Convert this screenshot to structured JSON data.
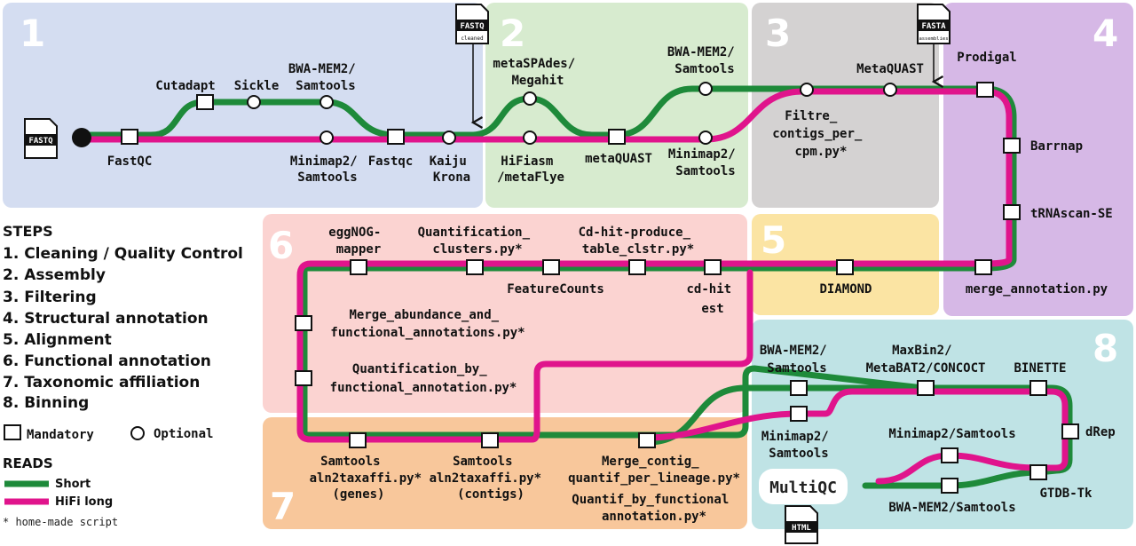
{
  "colors": {
    "short_read": "#1e8a3a",
    "hifi_long": "#e0148c",
    "box1": "#d4ddf1",
    "box2": "#d7ebcf",
    "box3": "#d4d2d2",
    "box4": "#d6b8e6",
    "box5": "#fbe4a3",
    "box6": "#fbd3d1",
    "box7": "#f8c79b",
    "box8": "#bfe3e5"
  },
  "steps": {
    "heading": "STEPS",
    "items": [
      "1. Cleaning / Quality Control",
      "2. Assembly",
      "3. Filtering",
      "4. Structural annotation",
      "5. Alignment",
      "6. Functional annotation",
      "7. Taxonomic affiliation",
      "8. Binning"
    ],
    "numbers": [
      "1",
      "2",
      "3",
      "4",
      "5",
      "6",
      "7",
      "8"
    ]
  },
  "legend": {
    "mandatory": "Mandatory",
    "optional": "Optional",
    "reads_heading": "READS",
    "short": "Short",
    "hifi": "HiFi long",
    "footnote": "* home-made script"
  },
  "files": {
    "fastq": "FASTQ",
    "fastq_cleaned": "FASTQ",
    "cleaned": "cleaned",
    "fasta": "FASTA",
    "assemblies": "assemblies",
    "html": "HTML",
    "multiqc": "MultiQC"
  },
  "labels": {
    "fastqc": "FastQC",
    "cutadapt": "Cutadapt",
    "sickle": "Sickle",
    "bwa1": [
      "BWA-MEM2/",
      "Samtools"
    ],
    "minimap1": [
      "Minimap2/",
      "Samtools"
    ],
    "fastqc2": "Fastqc",
    "kaiju": [
      "Kaiju",
      "Krona"
    ],
    "metaspades": [
      "metaSPAdes/",
      "Megahit"
    ],
    "hifiasm": [
      "HiFiasm",
      "/metaFlye"
    ],
    "metaquast1": "metaQUAST",
    "bwa2": [
      "BWA-MEM2/",
      "Samtools"
    ],
    "minimap2": [
      "Minimap2/",
      "Samtools"
    ],
    "metaquast2": "MetaQUAST",
    "filtre": [
      "Filtre_",
      "contigs_per_",
      "cpm.py*"
    ],
    "prodigal": "Prodigal",
    "barrnap": "Barrnap",
    "trnascan": "tRNAscan-SE",
    "merge_annot": "merge_annotation.py",
    "diamond": "DIAMOND",
    "cdhit": [
      "cd-hit",
      "est"
    ],
    "cdhit_produce": [
      "Cd-hit-produce_",
      "table_clstr.py*"
    ],
    "featurecounts": "FeatureCounts",
    "quant_clusters": [
      "Quantification_",
      "clusters.py*"
    ],
    "eggnog": [
      "eggNOG-",
      "mapper"
    ],
    "merge_abund": [
      "Merge_abundance_and_",
      "functional_annotations.py*"
    ],
    "quant_func": [
      "Quantification_by_",
      "functional_annotation.py*"
    ],
    "samtools_genes": [
      "Samtools",
      "aln2taxaffi.py*",
      "(genes)"
    ],
    "samtools_contigs": [
      "Samtools",
      "aln2taxaffi.py*",
      "(contigs)"
    ],
    "merge_contig": [
      "Merge_contig_",
      "quantif_per_lineage.py*"
    ],
    "quantif_func": [
      "Quantif_by_functional",
      "annotation.py*"
    ],
    "bwa3": [
      "BWA-MEM2/",
      "Samtools"
    ],
    "minimap3": [
      "Minimap2/",
      "Samtools"
    ],
    "maxbin": [
      "MaxBin2/",
      "MetaBAT2/CONCOCT"
    ],
    "binette": "BINETTE",
    "drep": "dRep",
    "minimap4": "Minimap2/Samtools",
    "bwa4": "BWA-MEM2/Samtools",
    "gtdbtk": "GTDB-Tk"
  }
}
